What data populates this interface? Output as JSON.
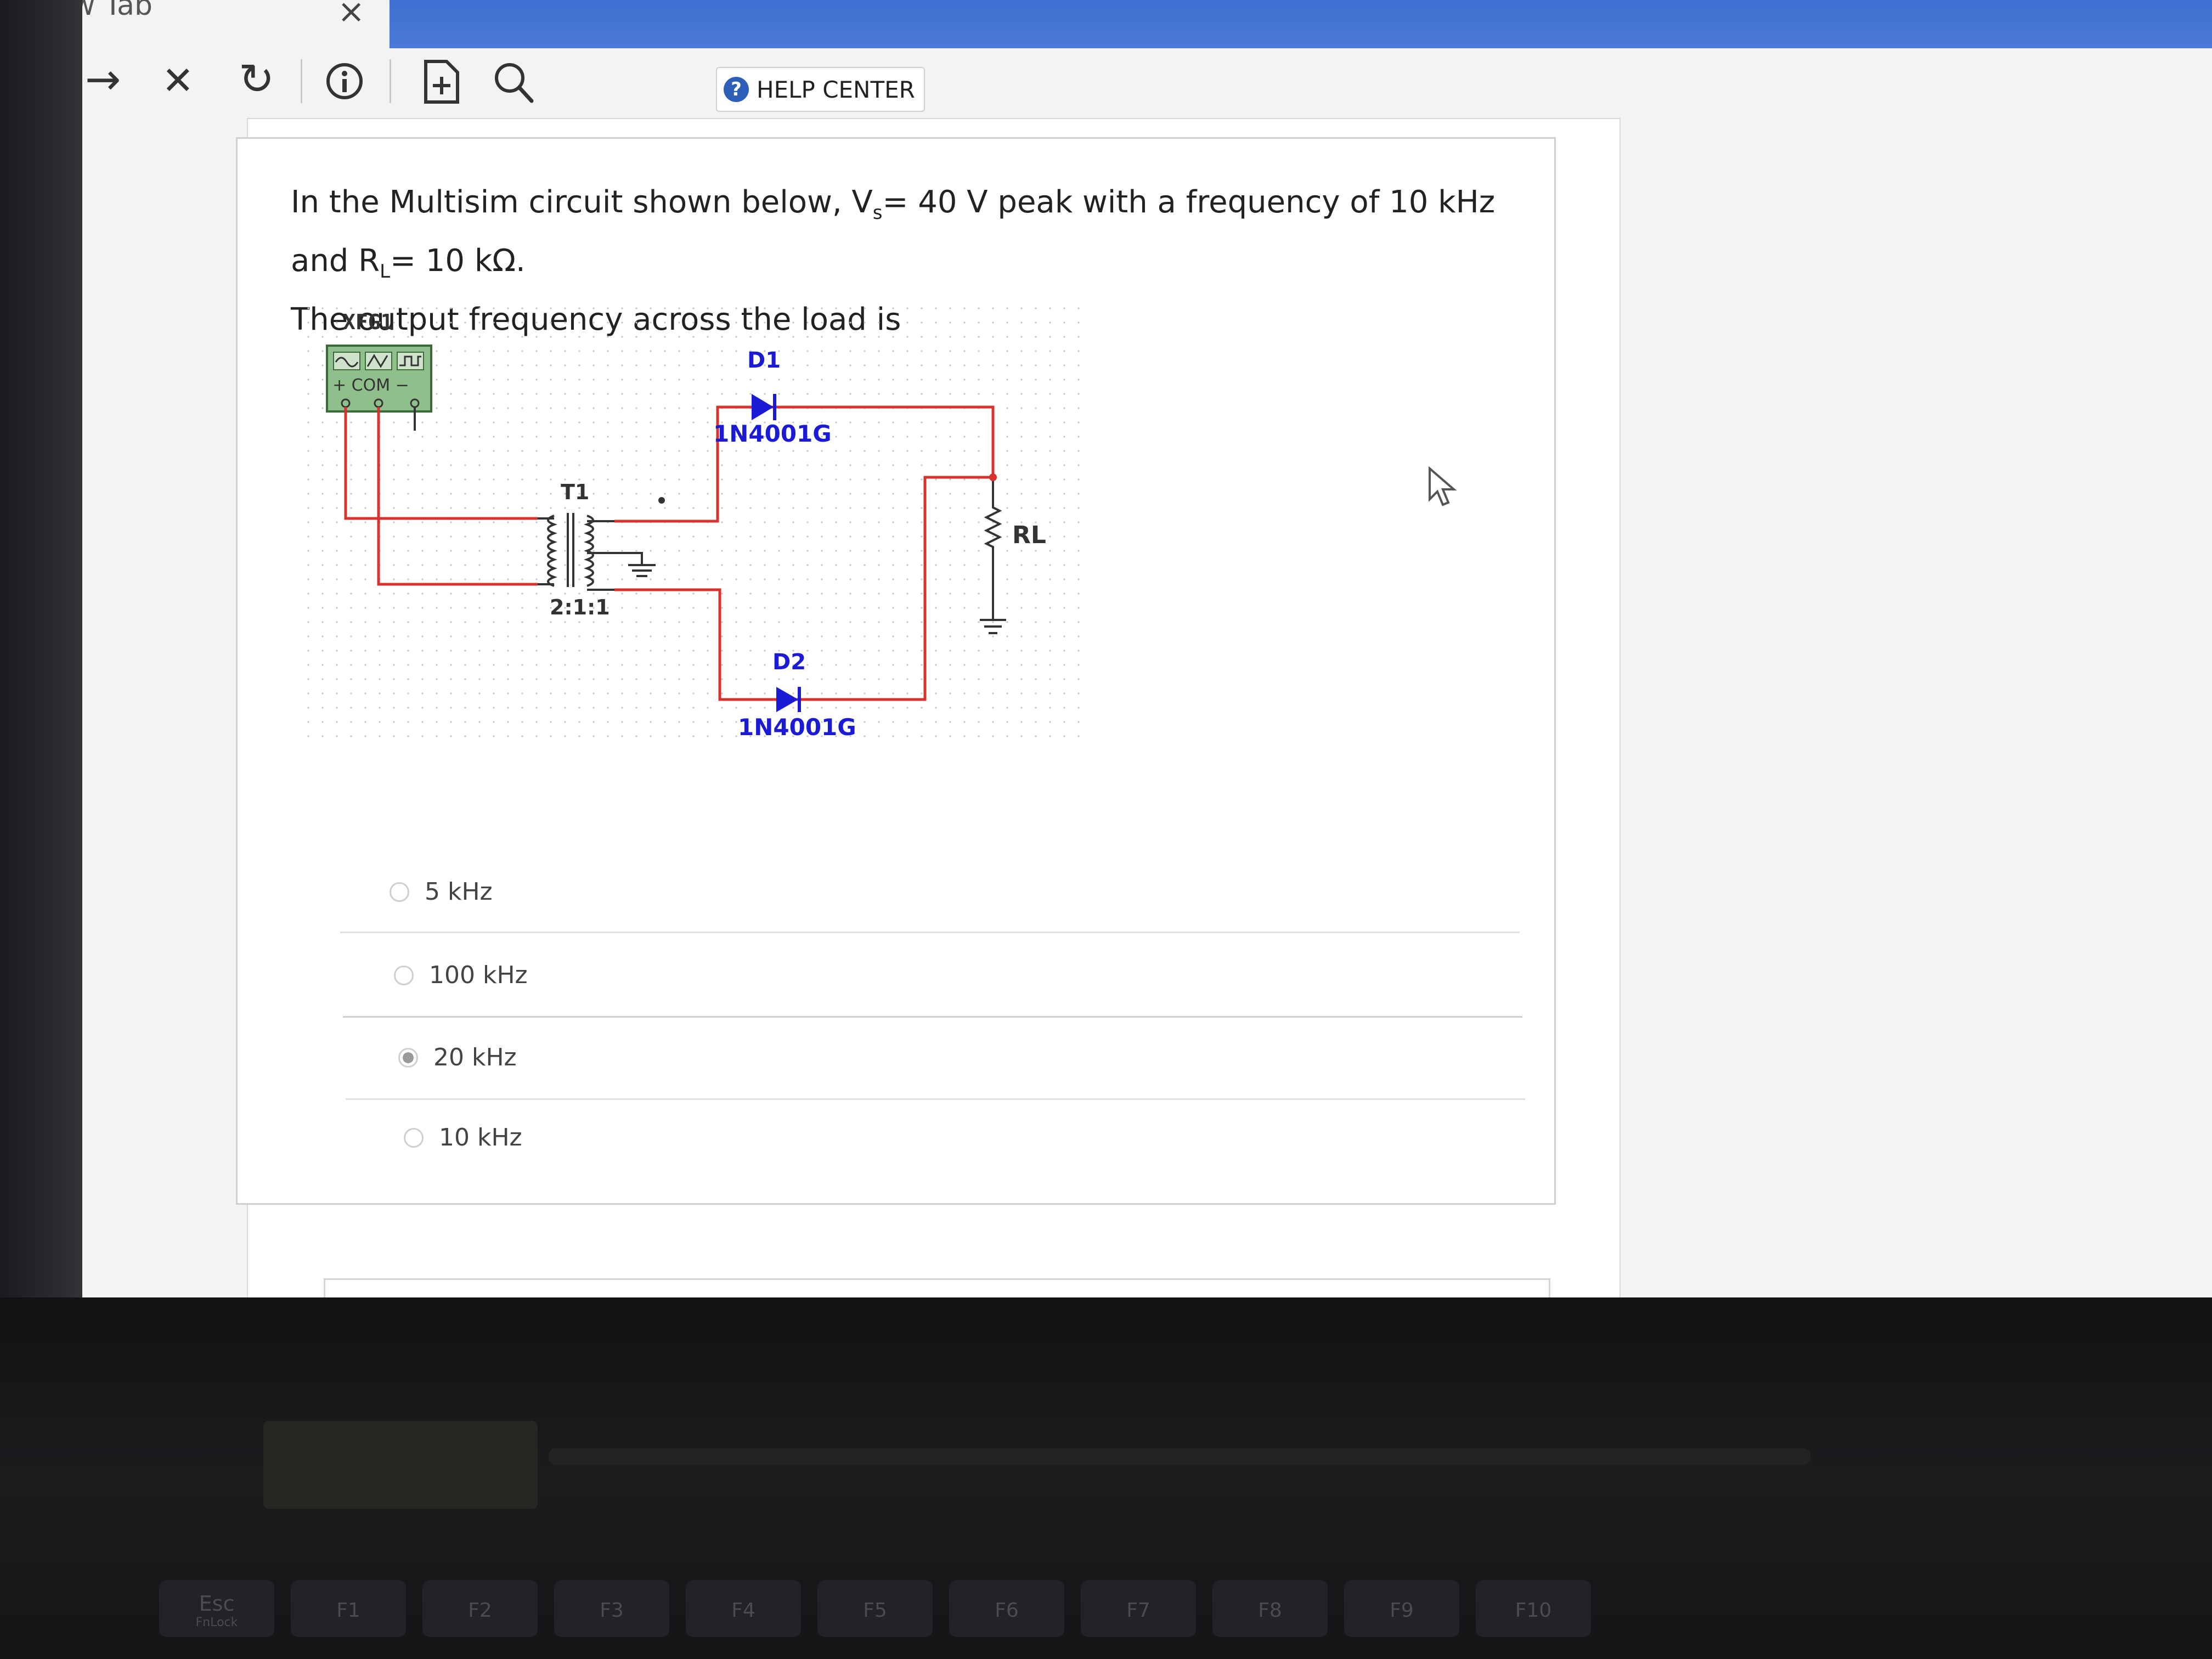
{
  "browser": {
    "tab_title": "New Tab",
    "tab_close": "×",
    "back_glyph": "←",
    "forward_glyph": "→",
    "stop_glyph": "✕",
    "reload_glyph": "↻",
    "help_center_label": "HELP CENTER",
    "accent_color": "#4575d3"
  },
  "question": {
    "line1_prefix": "In the Multisim circuit shown below, V",
    "line1_sub_s": "s",
    "line1_mid": "= 40 V peak with a frequency of 10 kHz and R",
    "line1_sub_L": "L",
    "line1_suffix": "= 10 kΩ.",
    "line2": "The output frequency across the load is"
  },
  "schematic": {
    "generator_label": "XFG1",
    "generator_terminals": "+ COM −",
    "transformer_label": "T1",
    "transformer_ratio": "2:1:1",
    "d1_label": "D1",
    "d1_part": "1N4001G",
    "d2_label": "D2",
    "d2_part": "1N4001G",
    "load_label": "RL",
    "wire_color": "#d8322e",
    "diode_color": "#1b1bd6"
  },
  "options": [
    {
      "label": "5 kHz",
      "selected": false
    },
    {
      "label": "100 kHz",
      "selected": false
    },
    {
      "label": "20 kHz",
      "selected": true
    },
    {
      "label": "10 kHz",
      "selected": false
    }
  ],
  "keyboard": {
    "esc": "Esc",
    "fnlock": "FnLock",
    "f1": "F1",
    "f2": "F2",
    "f3": "F3",
    "f4": "F4",
    "f5": "F5",
    "f6": "F6",
    "f7": "F7",
    "f8": "F8",
    "f9": "F9",
    "f10": "F10"
  }
}
